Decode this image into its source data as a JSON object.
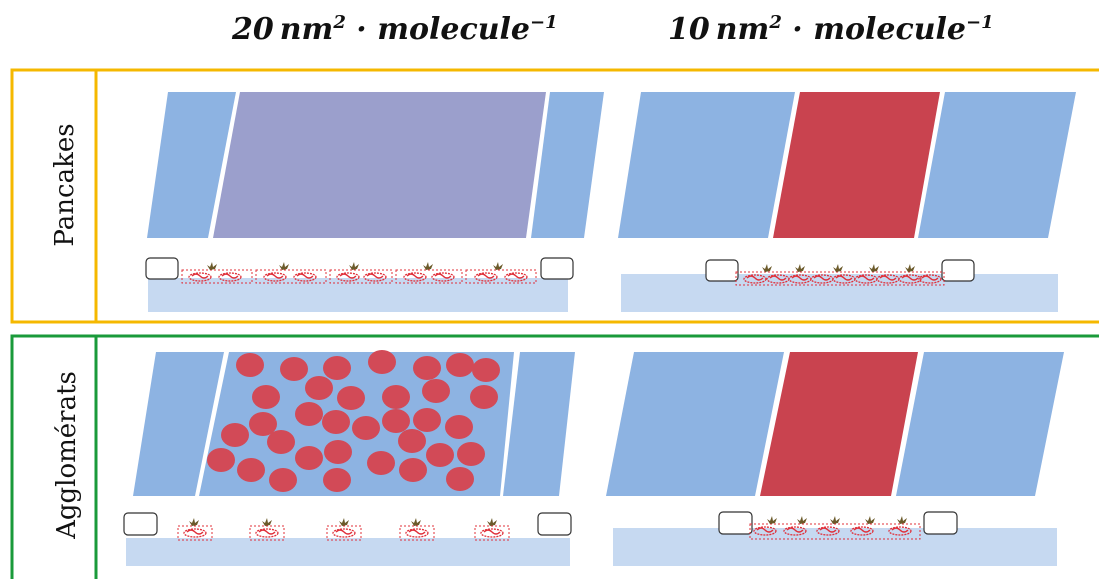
{
  "columns": {
    "left": {
      "number": "20",
      "unit_base": "nm",
      "exp1": "2",
      "dot": "·",
      "word": "molecule",
      "exp2": "−1"
    },
    "right": {
      "number": "10",
      "unit_base": "nm",
      "exp1": "2",
      "dot": "·",
      "word": "molecule",
      "exp2": "−1"
    }
  },
  "rows": {
    "top": {
      "label": "Pancakes",
      "color": "#f5b800"
    },
    "bottom": {
      "label": "Agglomérats",
      "color": "#1a9a3a"
    }
  },
  "colors": {
    "trough": "#8db3e2",
    "film_pancake_20": "#9b9fcc",
    "film_dense": "#c9434f",
    "film_base": "#8db3e2",
    "aggregate": "#d24a57",
    "subphase": "#c6d9f1"
  }
}
